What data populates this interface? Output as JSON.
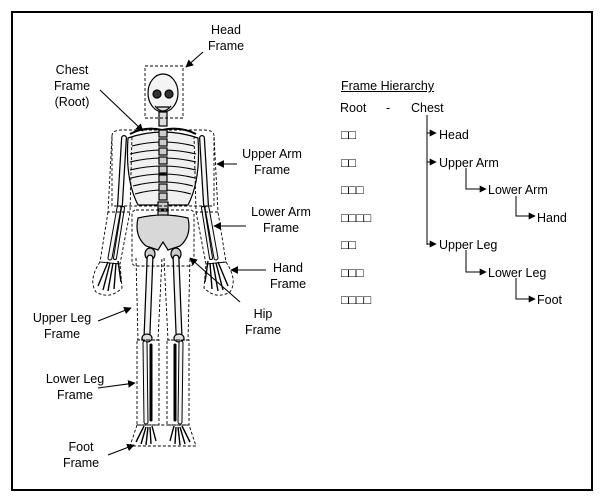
{
  "labels": {
    "head": [
      "Head",
      "Frame"
    ],
    "chest": [
      "Chest",
      "Frame",
      "(Root)"
    ],
    "upper_arm": [
      "Upper Arm",
      "Frame"
    ],
    "lower_arm": [
      "Lower Arm",
      "Frame"
    ],
    "hand": [
      "Hand",
      "Frame"
    ],
    "hip": [
      "Hip",
      "Frame"
    ],
    "upper_leg": [
      "Upper Leg",
      "Frame"
    ],
    "lower_leg": [
      "Lower Leg",
      "Frame"
    ],
    "foot": [
      "Foot",
      "Frame"
    ]
  },
  "hierarchy": {
    "title": "Frame Hierarchy",
    "root": "Root",
    "dash": "-",
    "chest": "Chest",
    "head": "Head",
    "upper_arm": "Upper Arm",
    "lower_arm": "Lower Arm",
    "hand": "Hand",
    "upper_leg": "Upper Leg",
    "lower_leg": "Lower Leg",
    "foot": "Foot",
    "depth_markers": [
      "□□",
      "□□",
      "□□□",
      "□□□□",
      "□□",
      "□□□",
      "□□□□"
    ]
  }
}
